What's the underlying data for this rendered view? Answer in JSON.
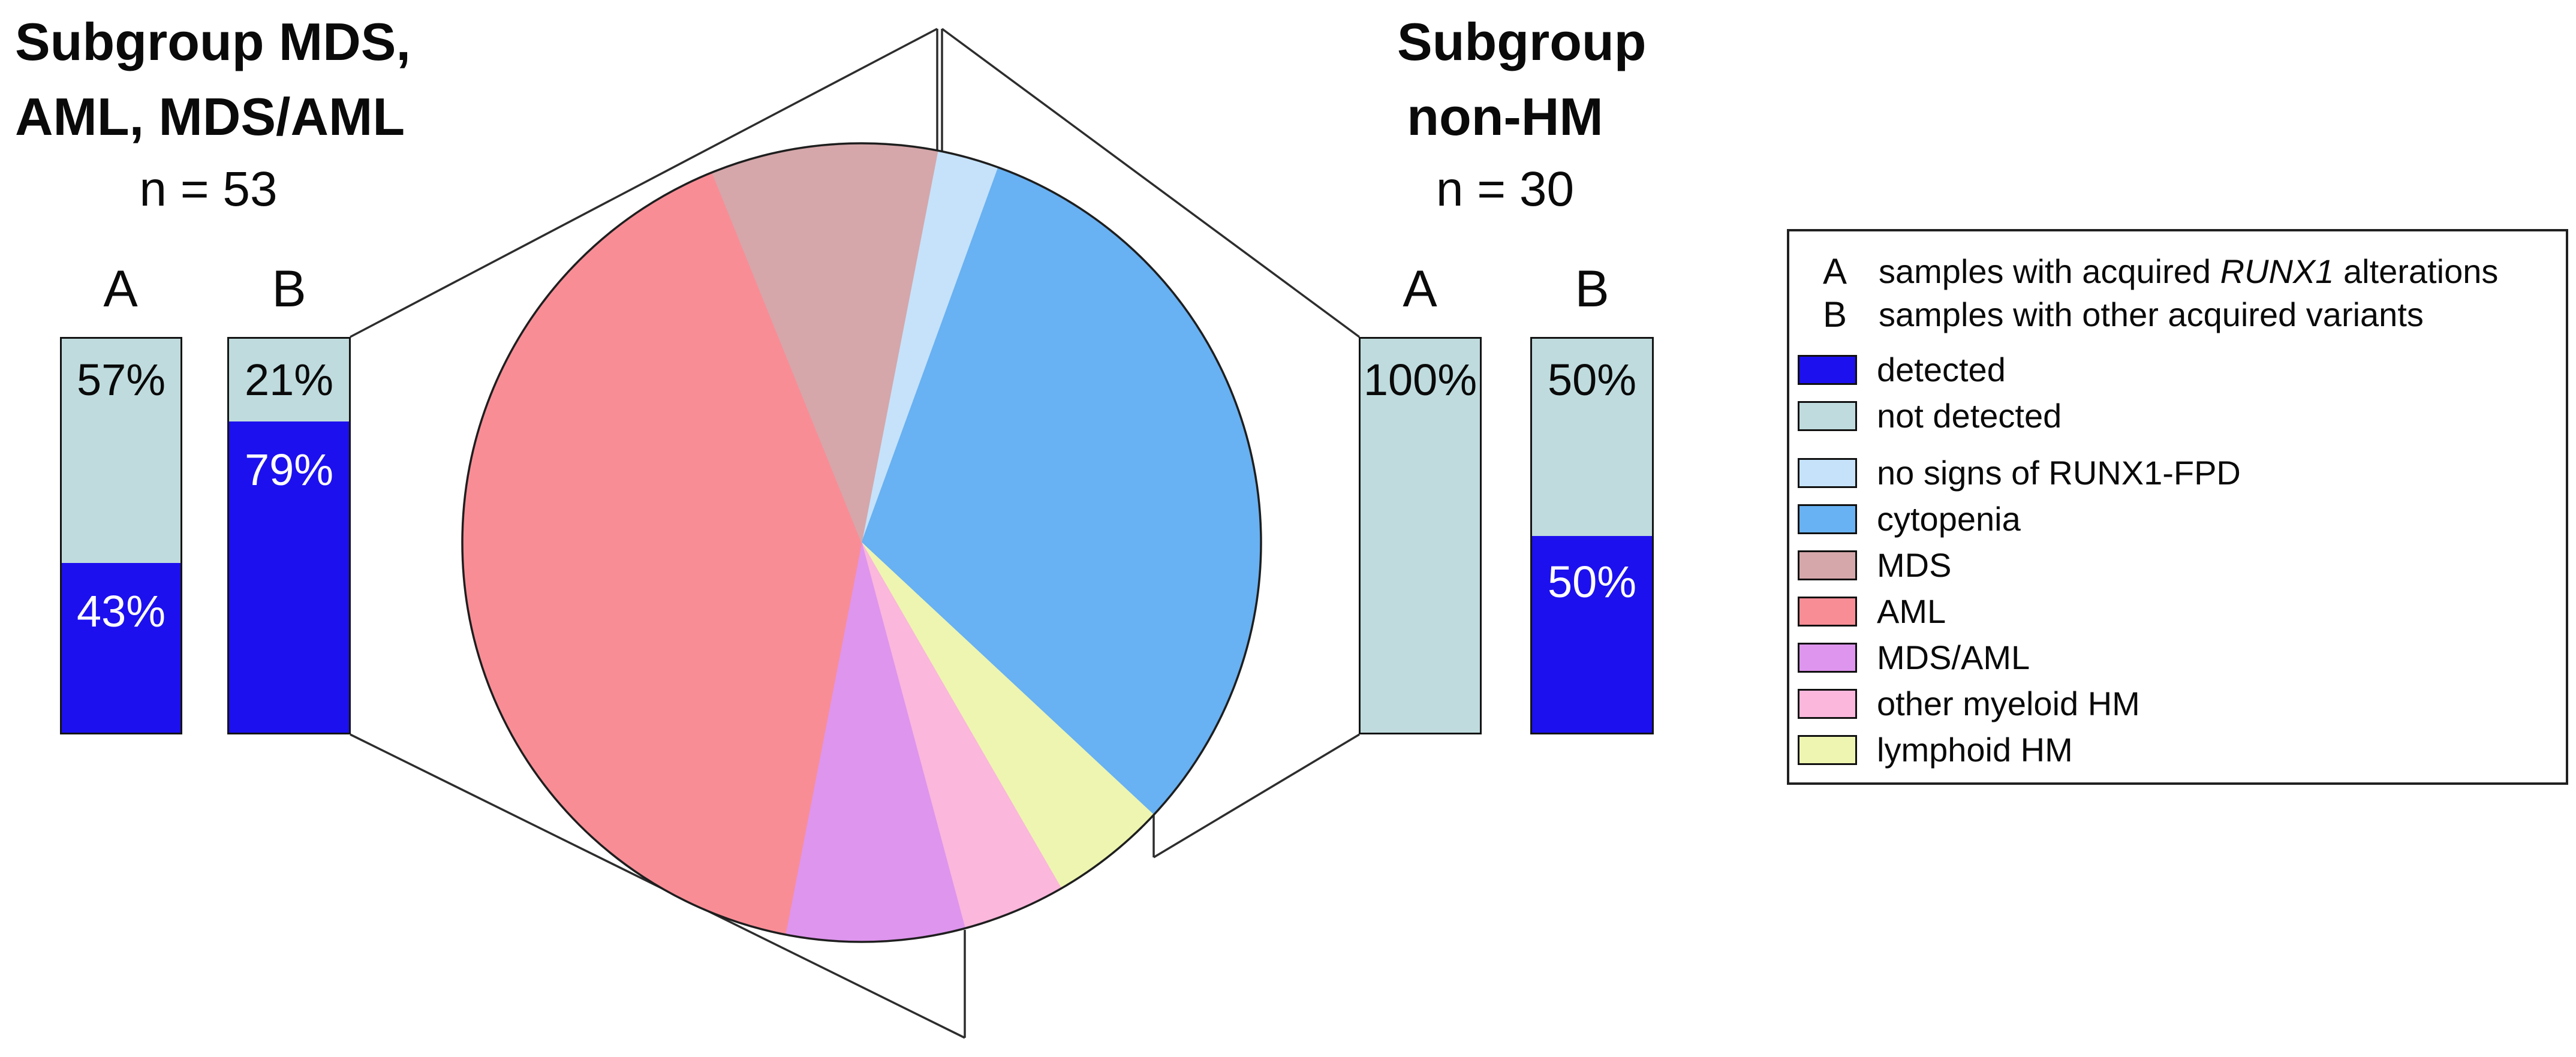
{
  "titles": {
    "left": {
      "line1": "Subgroup MDS,",
      "line2": "AML, MDS/AML",
      "line3": "n = 53"
    },
    "right": {
      "line1": "Subgroup",
      "line2": "non-HM",
      "line3": "n = 30"
    }
  },
  "colors": {
    "detected": "#1c10ef",
    "not_detected": "#bfdbdd",
    "no_signs": "#c5e2fa",
    "cytopenia": "#68b1f2",
    "mds": "#d5a7aa",
    "aml": "#f98d96",
    "mds_aml": "#de95ee",
    "other_myeloid": "#fbb7dc",
    "lymphoid": "#eef5b0",
    "outline": "#1e1e1e",
    "leader_line": "#2d2d2d",
    "text": "#0a0a0a"
  },
  "bar_groups": [
    {
      "group": "Subgroup MDS, AML, MDS/AML",
      "n_label": "n = 53",
      "bars": [
        {
          "label": "A",
          "segments": [
            {
              "name": "not detected",
              "pct": 57,
              "text": "57%",
              "color_key": "not_detected",
              "text_color": "#0a0a0a"
            },
            {
              "name": "detected",
              "pct": 43,
              "text": "43%",
              "color_key": "detected",
              "text_color": "#ffffff"
            }
          ]
        },
        {
          "label": "B",
          "segments": [
            {
              "name": "not detected",
              "pct": 21,
              "text": "21%",
              "color_key": "not_detected",
              "text_color": "#0a0a0a"
            },
            {
              "name": "detected",
              "pct": 79,
              "text": "79%",
              "color_key": "detected",
              "text_color": "#ffffff"
            }
          ]
        }
      ]
    },
    {
      "group": "Subgroup non-HM",
      "n_label": "n = 30",
      "bars": [
        {
          "label": "A",
          "segments": [
            {
              "name": "not detected",
              "pct": 100,
              "text": "100%",
              "color_key": "not_detected",
              "text_color": "#0a0a0a"
            }
          ]
        },
        {
          "label": "B",
          "segments": [
            {
              "name": "not detected",
              "pct": 50,
              "text": "50%",
              "color_key": "not_detected",
              "text_color": "#0a0a0a"
            },
            {
              "name": "detected",
              "pct": 50,
              "text": "50%",
              "color_key": "detected",
              "text_color": "#ffffff"
            }
          ]
        }
      ]
    }
  ],
  "legend": {
    "letter_rows": [
      {
        "letter": "A",
        "pre": "samples with acquired ",
        "em": "RUNX1",
        "post": " alterations"
      },
      {
        "letter": "B",
        "pre": "samples with other acquired variants",
        "em": "",
        "post": ""
      }
    ],
    "rows": [
      {
        "label": "detected",
        "color_key": "detected",
        "gap_above": true
      },
      {
        "label": "not detected",
        "color_key": "not_detected",
        "gap_above": false
      },
      {
        "label": "no signs of RUNX1-FPD",
        "color_key": "no_signs",
        "gap_above": true
      },
      {
        "label": "cytopenia",
        "color_key": "cytopenia",
        "gap_above": false
      },
      {
        "label": "MDS",
        "color_key": "mds",
        "gap_above": false
      },
      {
        "label": "AML",
        "color_key": "aml",
        "gap_above": false
      },
      {
        "label": "MDS/AML",
        "color_key": "mds_aml",
        "gap_above": false
      },
      {
        "label": "other myeloid HM",
        "color_key": "other_myeloid",
        "gap_above": false
      },
      {
        "label": "lymphoid HM",
        "color_key": "lymphoid",
        "gap_above": false
      }
    ]
  },
  "chart_data": [
    {
      "type": "pie",
      "legend_position": "right",
      "slices": [
        {
          "label": "no signs of RUNX1-FPD",
          "pct": 2.5,
          "start_deg": 11,
          "end_deg": 20,
          "color_key": "no_signs"
        },
        {
          "label": "cytopenia",
          "pct": 31.4,
          "start_deg": 20,
          "end_deg": 133,
          "color_key": "cytopenia"
        },
        {
          "label": "lymphoid HM",
          "pct": 4.7,
          "start_deg": 133,
          "end_deg": 150,
          "color_key": "lymphoid"
        },
        {
          "label": "other myeloid HM",
          "pct": 4.2,
          "start_deg": 150,
          "end_deg": 165,
          "color_key": "other_myeloid"
        },
        {
          "label": "MDS/AML",
          "pct": 7.2,
          "start_deg": 165,
          "end_deg": 191,
          "color_key": "mds_aml"
        },
        {
          "label": "AML",
          "pct": 40.8,
          "start_deg": 191,
          "end_deg": 338,
          "color_key": "aml"
        },
        {
          "label": "MDS",
          "pct": 9.2,
          "start_deg": 338,
          "end_deg": 371,
          "color_key": "mds"
        }
      ]
    },
    {
      "type": "bar",
      "stacked": true,
      "unit": "%",
      "ylim": [
        0,
        100
      ],
      "groups": [
        {
          "title": "Subgroup MDS, AML, MDS/AML",
          "n": 53,
          "categories": [
            "A",
            "B"
          ],
          "series": [
            {
              "name": "detected",
              "values": [
                43,
                79
              ]
            },
            {
              "name": "not detected",
              "values": [
                57,
                21
              ]
            }
          ]
        },
        {
          "title": "Subgroup non-HM",
          "n": 30,
          "categories": [
            "A",
            "B"
          ],
          "series": [
            {
              "name": "detected",
              "values": [
                0,
                50
              ]
            },
            {
              "name": "not detected",
              "values": [
                100,
                50
              ]
            }
          ]
        }
      ]
    }
  ]
}
